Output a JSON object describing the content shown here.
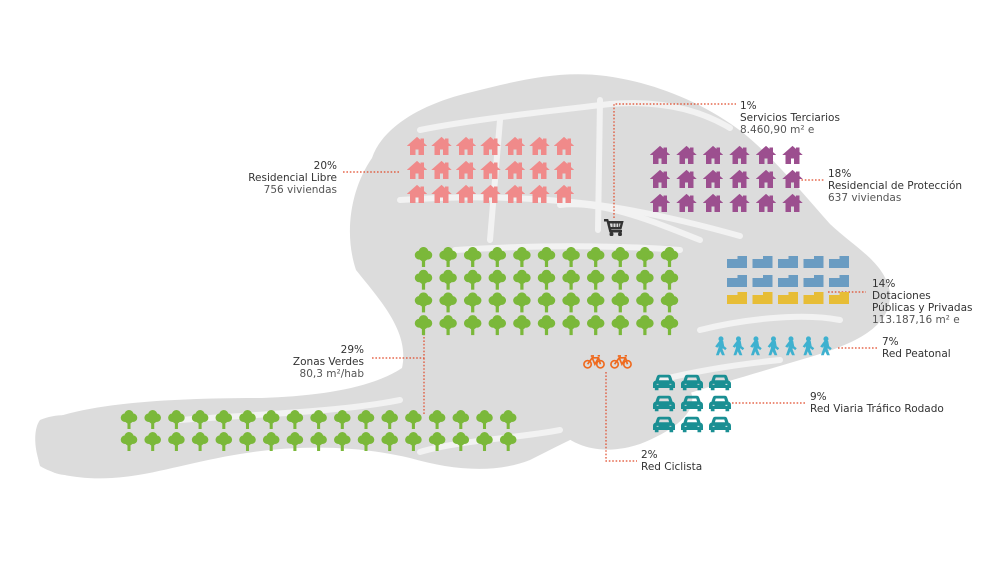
{
  "colors": {
    "residencial_libre": "#f08a8a",
    "residencial_proteccion": "#9c4f8f",
    "zonas_verdes": "#7bb83a",
    "dotaciones_publicas": "#6a9cc2",
    "dotaciones_privadas": "#e7bd36",
    "peatonal": "#3fb1cf",
    "ciclista": "#ef6a1e",
    "viario": "#1a8f93",
    "leader": "#e04a2a",
    "map": "#dcdcdc"
  },
  "icons": {
    "residencial_libre": "house-icon",
    "residencial_proteccion": "house-icon",
    "zonas_verdes": "tree-icon",
    "dotaciones": "building-icon",
    "peatonal": "pedestrian-icon",
    "ciclista": "bicycle-icon",
    "viario": "car-icon",
    "terciarios": "shopping-cart-icon"
  },
  "labels": {
    "terciarios": {
      "pct": "1%",
      "name": "Servicios Terciarios",
      "value": "8.460,90 m² e"
    },
    "residencial_libre": {
      "pct": "20%",
      "name": "Residencial Libre",
      "value": "756 viviendas"
    },
    "residencial_proteccion": {
      "pct": "18%",
      "name": "Residencial de Protección",
      "value": "637 viviendas"
    },
    "dotaciones": {
      "pct": "14%",
      "name": "Dotaciones",
      "name2": "Públicas y Privadas",
      "value": "113.187,16 m² e"
    },
    "peatonal": {
      "pct": "7%",
      "name": "Red Peatonal"
    },
    "zonas_verdes": {
      "pct": "29%",
      "name": "Zonas Verdes",
      "value": "80,3 m²/hab"
    },
    "viario": {
      "pct": "9%",
      "name": "Red Viaria Tráfico Rodado"
    },
    "ciclista": {
      "pct": "2%",
      "name": "Red Ciclista"
    }
  }
}
